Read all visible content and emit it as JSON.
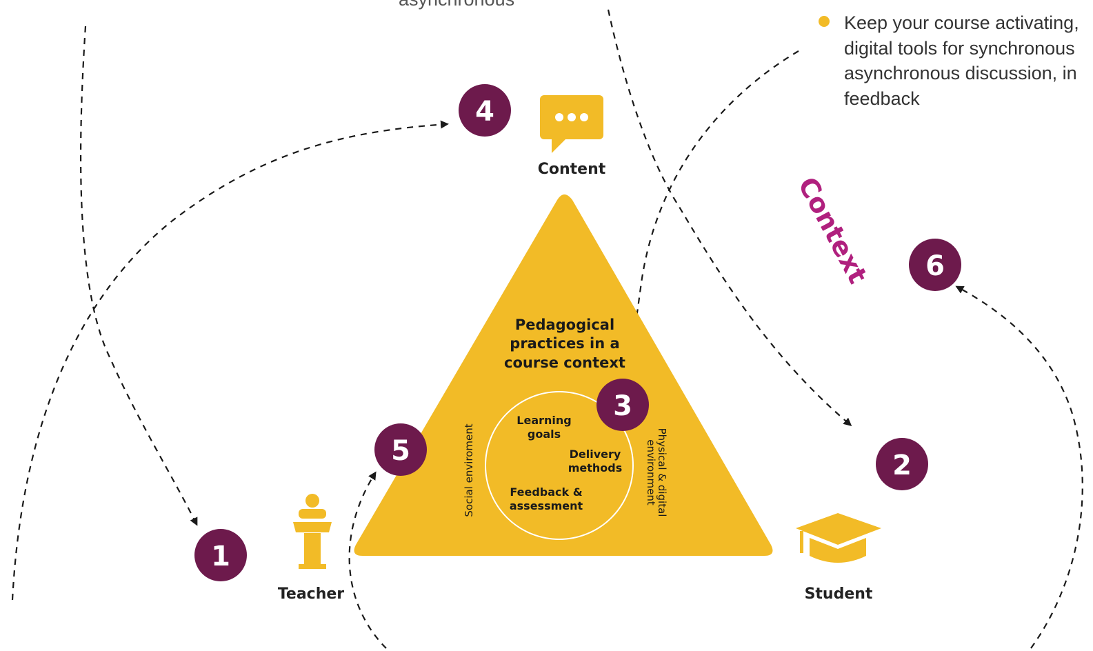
{
  "top_fragment": "asynchronous",
  "bullet": {
    "lines": [
      "Keep your course activating,",
      "digital tools for synchronous",
      "asynchronous discussion, in",
      "feedback"
    ]
  },
  "context_label": "Context",
  "center": {
    "title_lines": [
      "Pedagogical",
      "practices in a",
      "course context"
    ],
    "learning_goals": [
      "Learning",
      "goals"
    ],
    "delivery_methods": [
      "Delivery",
      "methods"
    ],
    "feedback_assessment": [
      "Feedback &",
      "assessment"
    ],
    "left_side": "Social enviroment",
    "right_side_lines": [
      "Physical & digital",
      "environment"
    ]
  },
  "nodes": {
    "teacher": "Teacher",
    "student": "Student",
    "content": "Content"
  },
  "steps": [
    "1",
    "2",
    "3",
    "4",
    "5",
    "6"
  ],
  "colors": {
    "triangle": "#f2bb27",
    "step_circle": "#6d1a4c",
    "icon": "#f2bb27",
    "context": "#b0207e",
    "bullet_dot": "#f2bb27"
  },
  "icons": {
    "teacher": "podium-icon",
    "student": "graduation-cap-icon",
    "content": "speech-bubble-icon"
  }
}
